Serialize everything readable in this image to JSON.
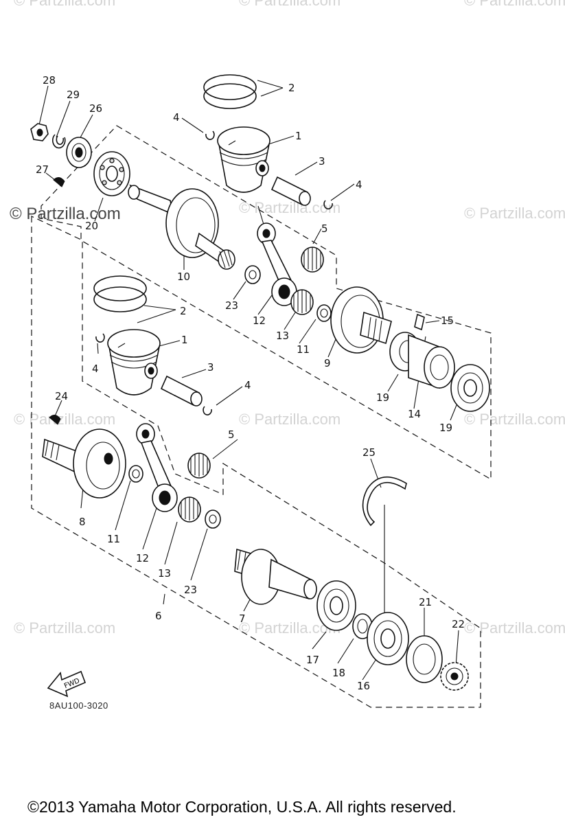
{
  "watermarks": {
    "text": "© Partzilla.com",
    "text_prominent": "© Partzilla.com",
    "text_top_center": "© Partzilla.com",
    "text_top_right": "© Partzilla.com",
    "text_top_left": "© Partzilla.com"
  },
  "callouts": {
    "c1a": "1",
    "c1b": "1",
    "c2a": "2",
    "c2b": "2",
    "c3a": "3",
    "c3b": "3",
    "c4a": "4",
    "c4b": "4",
    "c4c": "4",
    "c4d": "4",
    "c5a": "5",
    "c5b": "5",
    "c6": "6",
    "c7": "7",
    "c8": "8",
    "c9": "9",
    "c10": "10",
    "c11a": "11",
    "c11b": "11",
    "c12a": "12",
    "c12b": "12",
    "c13a": "13",
    "c13b": "13",
    "c14": "14",
    "c15": "15",
    "c16": "16",
    "c17": "17",
    "c18": "18",
    "c19a": "19",
    "c19b": "19",
    "c20": "20",
    "c21": "21",
    "c22": "22",
    "c23a": "23",
    "c23b": "23",
    "c24": "24",
    "c25": "25",
    "c26": "26",
    "c27": "27",
    "c28": "28",
    "c29": "29"
  },
  "fwd_label": "FWD",
  "drawing_code": "8AU100-3020",
  "copyright": "©2013  Yamaha Motor Corporation, U.S.A. All rights reserved."
}
